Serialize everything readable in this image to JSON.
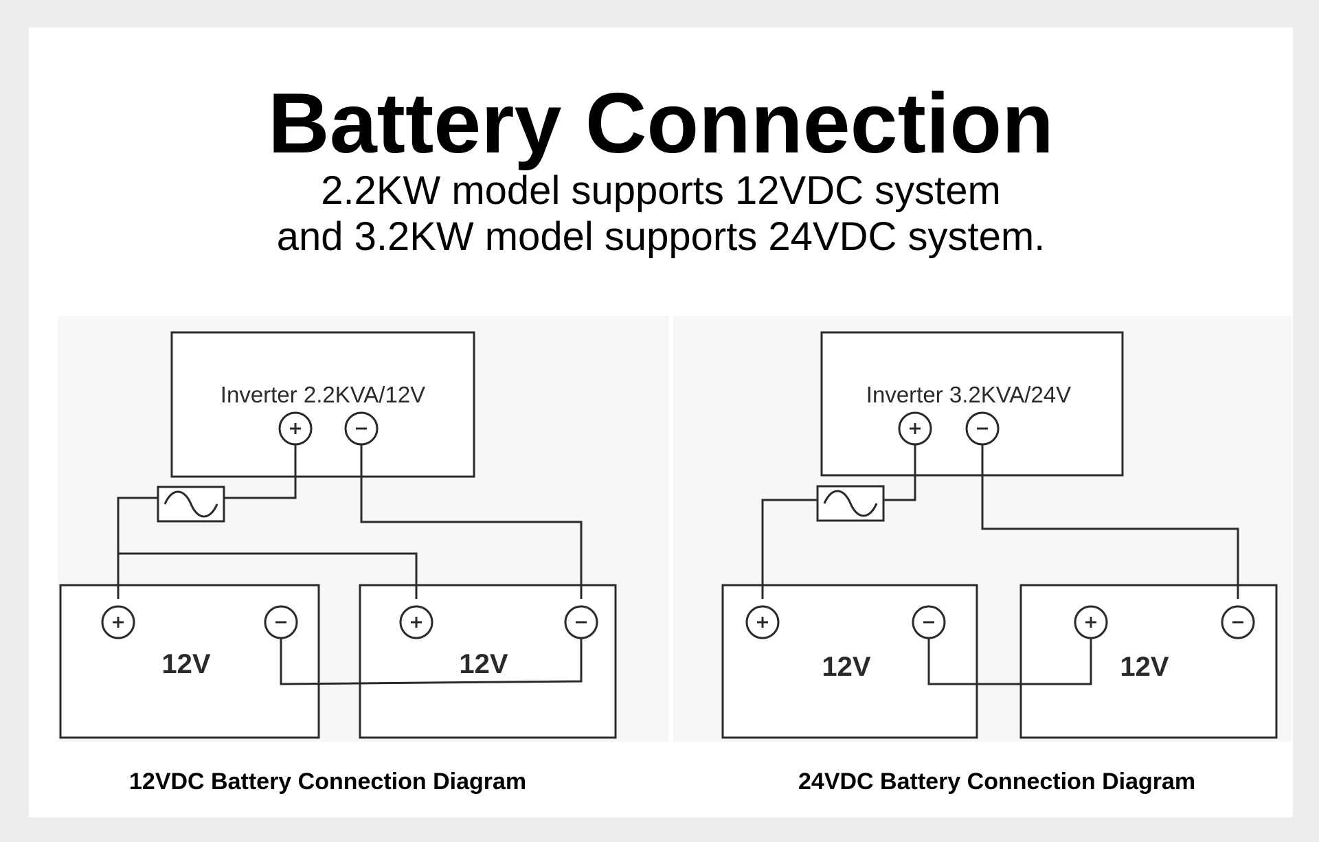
{
  "header": {
    "title": "Battery Connection",
    "subtitle_line1": "2.2KW model supports 12VDC system",
    "subtitle_line2": "and 3.2KW model supports 24VDC system."
  },
  "diagram_12v": {
    "inverter_label": "Inverter 2.2KVA/12V",
    "battery1_label": "12V",
    "battery2_label": "12V",
    "caption": "12VDC Battery Connection Diagram"
  },
  "diagram_24v": {
    "inverter_label": "Inverter 3.2KVA/24V",
    "battery1_label": "12V",
    "battery2_label": "12V",
    "caption": "24VDC Battery Connection Diagram"
  },
  "colors": {
    "page_background": "#ededed",
    "card_background": "#ffffff",
    "diagram_background": "#f6f6f6",
    "line_color": "#2a2a2a"
  }
}
